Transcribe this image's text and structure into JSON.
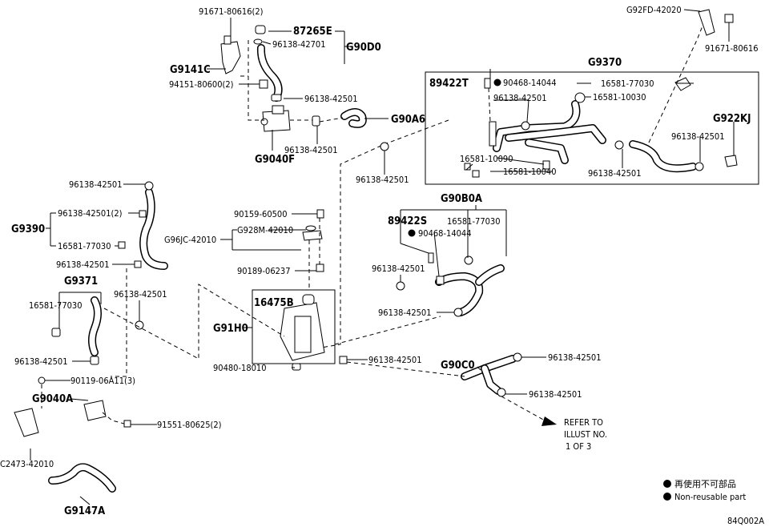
{
  "diagram_code": "84Q002A",
  "refer_note": [
    "REFER TO",
    "ILLUST NO.",
    "1 OF 3"
  ],
  "legend": {
    "jp_label": "再使用不可部品",
    "en_label": "Non-reusable part"
  },
  "labels": {
    "p91671_80616_2": "91671-80616(2)",
    "p87265e": "87265E",
    "p96138_42701": "96138-42701",
    "g90d0": "G90D0",
    "g9141c": "G9141C",
    "p94151_80600_2": "94151-80600(2)",
    "p96138_42501_a": "96138-42501",
    "g90a6": "G90A6",
    "p96138_42501_b": "96138-42501",
    "g9040f": "G9040F",
    "g92fd_42020": "G92FD-42020",
    "p91671_80616": "91671-80616",
    "g9370": "G9370",
    "p89422t": "89422T",
    "p90468_14044_a": "90468-14044",
    "p16581_77030_a": "16581-77030",
    "p96138_42501_c": "96138-42501",
    "p16581_10030": "16581-10030",
    "g922kj": "G922KJ",
    "p96138_42501_d": "96138-42501",
    "p16581_10090": "16581-10090",
    "p16581_10040": "16581-10040",
    "p96138_42501_e": "96138-42501",
    "p96138_42501_f": "96138-42501",
    "p96138_42501_g": "96138-42501",
    "g9390": "G9390",
    "p96138_42501_2": "96138-42501(2)",
    "p16581_77030_b": "16581-77030",
    "p96138_42501_h": "96138-42501",
    "g9371": "G9371",
    "p16581_77030_c": "16581-77030",
    "p96138_42501_i": "96138-42501",
    "p96138_42501_j": "96138-42501",
    "p90119_06a11_3": "90119-06A11(3)",
    "g9040a": "G9040A",
    "p91551_80625_2": "91551-80625(2)",
    "c2473_42010": "C2473-42010",
    "g9147a": "G9147A",
    "p90159_60500": "90159-60500",
    "g928m_42010": "G928M-42010",
    "g96jc_42010": "G96JC-42010",
    "p90189_06237": "90189-06237",
    "p16475b": "16475B",
    "g91h0": "G91H0",
    "p90480_18010": "90480-18010",
    "g90b0a": "G90B0A",
    "p89422s": "89422S",
    "p16581_77030_d": "16581-77030",
    "p90468_14044_b": "90468-14044",
    "p96138_42501_k": "96138-42501",
    "p96138_42501_l": "96138-42501",
    "p96138_42501_m": "96138-42501",
    "g90c0": "G90C0",
    "p96138_42501_n": "96138-42501",
    "p96138_42501_o": "96138-42501"
  }
}
